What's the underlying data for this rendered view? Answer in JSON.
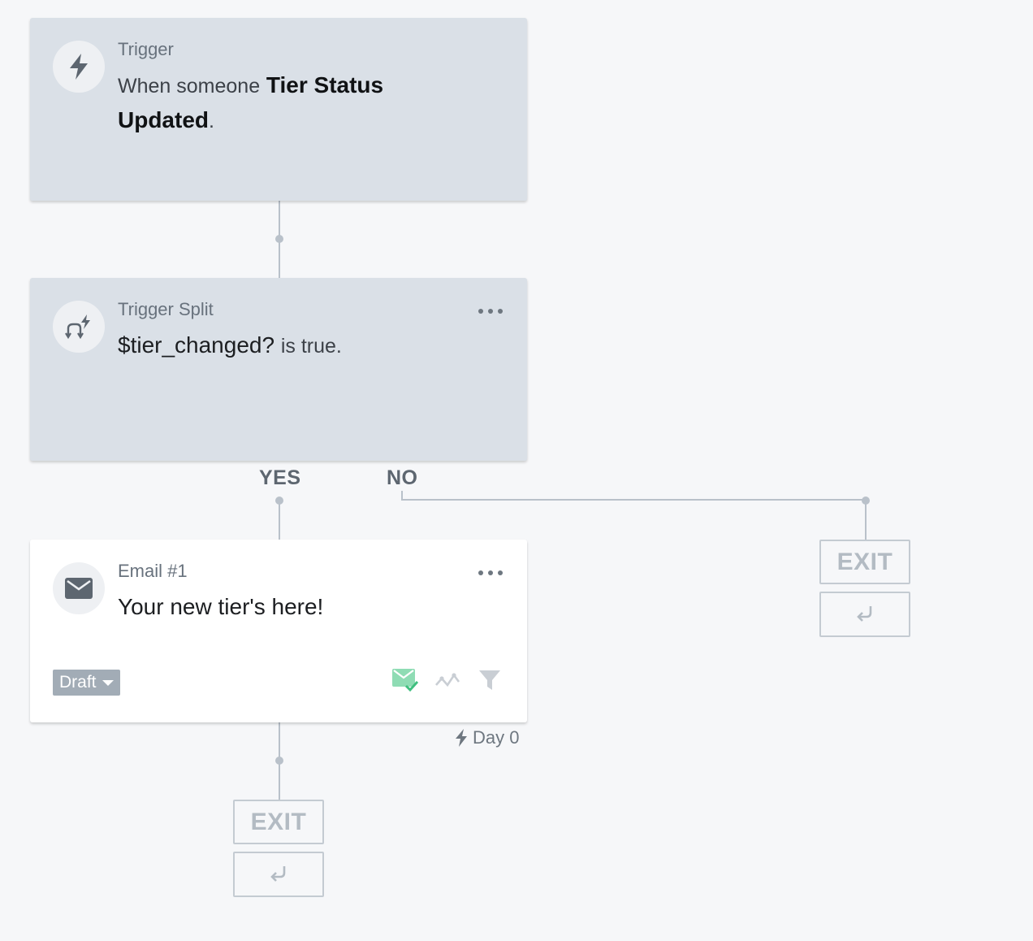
{
  "trigger": {
    "label": "Trigger",
    "prefix": "When someone",
    "event": "Tier Status Updated",
    "suffix": ".",
    "icon": "lightning-icon"
  },
  "trigger_split": {
    "label": "Trigger Split",
    "condition": "$tier_changed?",
    "condition_suffix": "is true.",
    "icon": "split-icon"
  },
  "branches": {
    "yes": "YES",
    "no": "NO"
  },
  "email": {
    "label": "Email #1",
    "subject": "Your new tier's here!",
    "status": "Draft",
    "delay": "Day 0",
    "icon": "envelope-icon"
  },
  "exit": {
    "label": "EXIT"
  },
  "colors": {
    "background": "#f6f7f9",
    "card_grey": "#dae0e7",
    "connector": "#b9c1ca",
    "draft_badge": "#a2acb6",
    "email_ok_green": "#4cc98d"
  }
}
